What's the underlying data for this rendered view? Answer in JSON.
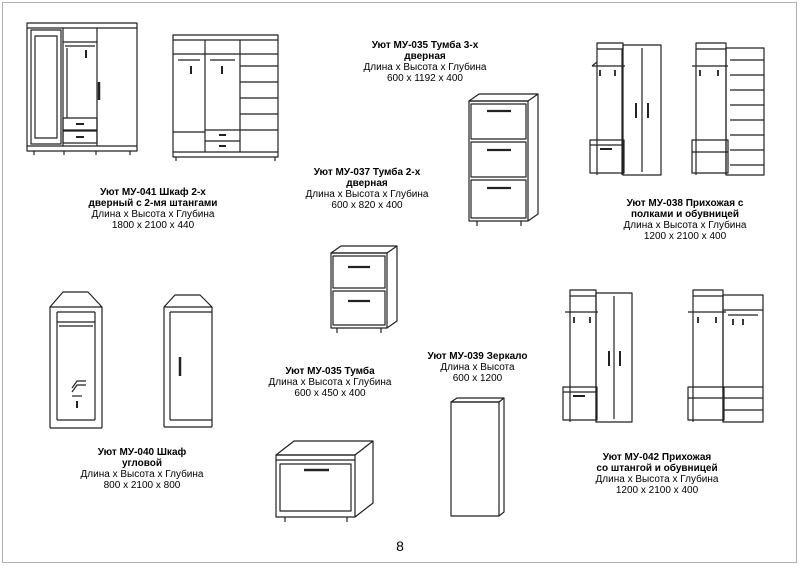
{
  "page_number": "8",
  "items": [
    {
      "line1": "Уют МУ-041 Шкаф 2-х",
      "line2": "дверный с 2-мя штангами",
      "dim_label": "Длина x Высота x Глубина",
      "dims": "1800 x 2100 x 440"
    },
    {
      "line1": "Уют МУ-035 Тумба 3-х",
      "line2": "дверная",
      "dim_label": "Длина x Высота x Глубина",
      "dims": "600 x 1192 x 400"
    },
    {
      "line1": "Уют МУ-037 Тумба 2-х",
      "line2": "дверная",
      "dim_label": "Длина x Высота x Глубина",
      "dims": "600 x 820 x 400"
    },
    {
      "line1": "Уют МУ-038 Прихожая с",
      "line2": "полками и обувницей",
      "dim_label": "Длина x Высота x Глубина",
      "dims": "1200 x 2100 x 400"
    },
    {
      "line1": "Уют МУ-040 Шкаф",
      "line2": "угловой",
      "dim_label": "Длина x Высота x Глубина",
      "dims": "800 x 2100 x 800"
    },
    {
      "line1": "Уют МУ-035 Тумба",
      "line2": "",
      "dim_label": "Длина x Высота x Глубина",
      "dims": "600 x 450 x 400"
    },
    {
      "line1": "Уют МУ-039 Зеркало",
      "line2": "",
      "dim_label": "Длина x Высота",
      "dims": "600 x 1200"
    },
    {
      "line1": "Уют МУ-042 Прихожая",
      "line2": "со штангой и обувницей",
      "dim_label": "Длина x Высота x Глубина",
      "dims": "1200 x 2100 x 400"
    }
  ]
}
